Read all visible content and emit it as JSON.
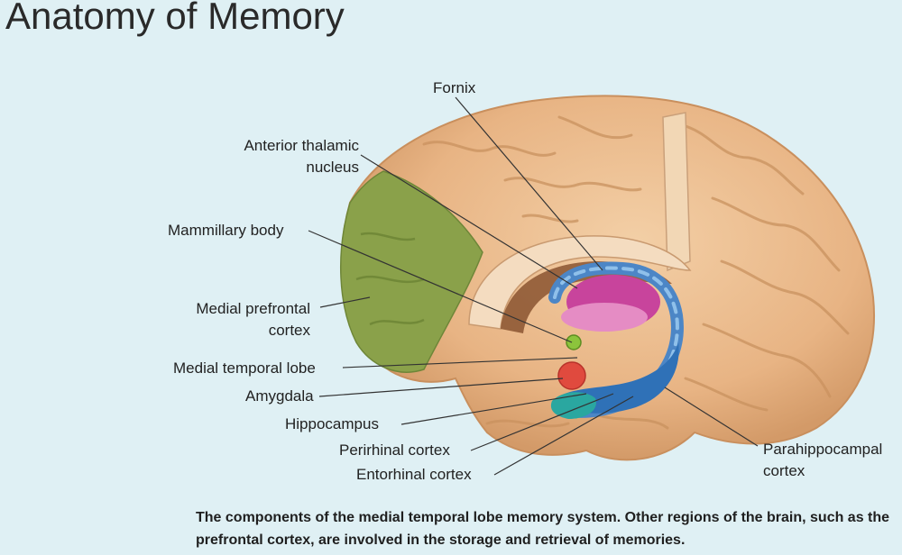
{
  "title": "Anatomy of Memory",
  "labels": {
    "fornix": "Fornix",
    "anterior_thalamic_1": "Anterior thalamic",
    "anterior_thalamic_2": "nucleus",
    "mammillary": "Mammillary body",
    "medial_prefrontal_1": "Medial prefrontal",
    "medial_prefrontal_2": "cortex",
    "medial_temporal": "Medial temporal lobe",
    "amygdala": "Amygdala",
    "hippocampus": "Hippocampus",
    "perirhinal": "Perirhinal cortex",
    "entorhinal": "Entorhinal cortex",
    "parahippocampal_1": "Parahippocampal",
    "parahippocampal_2": "cortex"
  },
  "caption": "The components of the medial temporal lobe memory system. Other regions of the brain, such as the prefrontal cortex, are involved in the storage and retrieval of memories.",
  "colors": {
    "background": "#dff0f4",
    "brain": "#eab98c",
    "prefrontal": "#8aa14a",
    "fornix": "#4c86c6",
    "thalamus": "#c8449c",
    "amygdala": "#e04a3e",
    "mammillary": "#8cc43c",
    "entorhinal": "#2aa7a0"
  }
}
